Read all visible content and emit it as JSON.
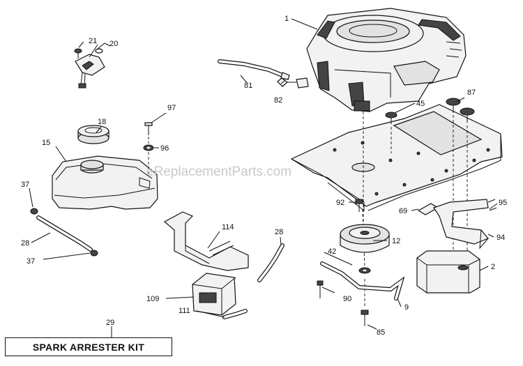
{
  "watermark": "eReplacementParts.com",
  "kit_label": "SPARK ARRESTER KIT",
  "callouts": {
    "c1": "1",
    "c2": "2",
    "c9": "9",
    "c12": "12",
    "c15": "15",
    "c18": "18",
    "c20": "20",
    "c21": "21",
    "c28a": "28",
    "c28b": "28",
    "c29": "29",
    "c37a": "37",
    "c37b": "37",
    "c42": "42",
    "c45": "45",
    "c69": "69",
    "c81": "81",
    "c82": "82",
    "c85": "85",
    "c87": "87",
    "c90": "90",
    "c92": "92",
    "c94": "94",
    "c95": "95",
    "c96": "96",
    "c97": "97",
    "c109": "109",
    "c111": "111",
    "c114": "114"
  },
  "colors": {
    "line": "#111111",
    "watermark": "#c9c9c9",
    "fill": "#f2f2f2"
  }
}
